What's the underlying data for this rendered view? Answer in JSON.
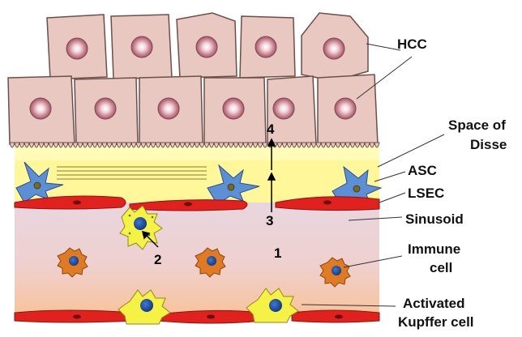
{
  "labels": {
    "hcc": "HCC",
    "space_of_disse_1": "Space of",
    "space_of_disse_2": "Disse",
    "asc": "ASC",
    "lsec": "LSEC",
    "sinusoid": "Sinusoid",
    "immune_1": "Immune",
    "immune_2": "cell",
    "kupffer_1": "Activated",
    "kupffer_2": "Kupffer cell"
  },
  "markers": {
    "m1": "1",
    "m2": "2",
    "m3": "3",
    "m4": "4"
  },
  "colors": {
    "hepatocyte_fill": "#e9c8c2",
    "hepatocyte_stroke": "#7a5c57",
    "disse": "#fff79a",
    "sinusoid_top": "#e7d5de",
    "sinusoid_bottom": "#f7c6a0",
    "lsec": "#e0211d",
    "asc": "#5b8fd6",
    "immune": "#e07a23",
    "kupffer": "#f5f245",
    "nucleus_blue": "#1f4fa8"
  }
}
